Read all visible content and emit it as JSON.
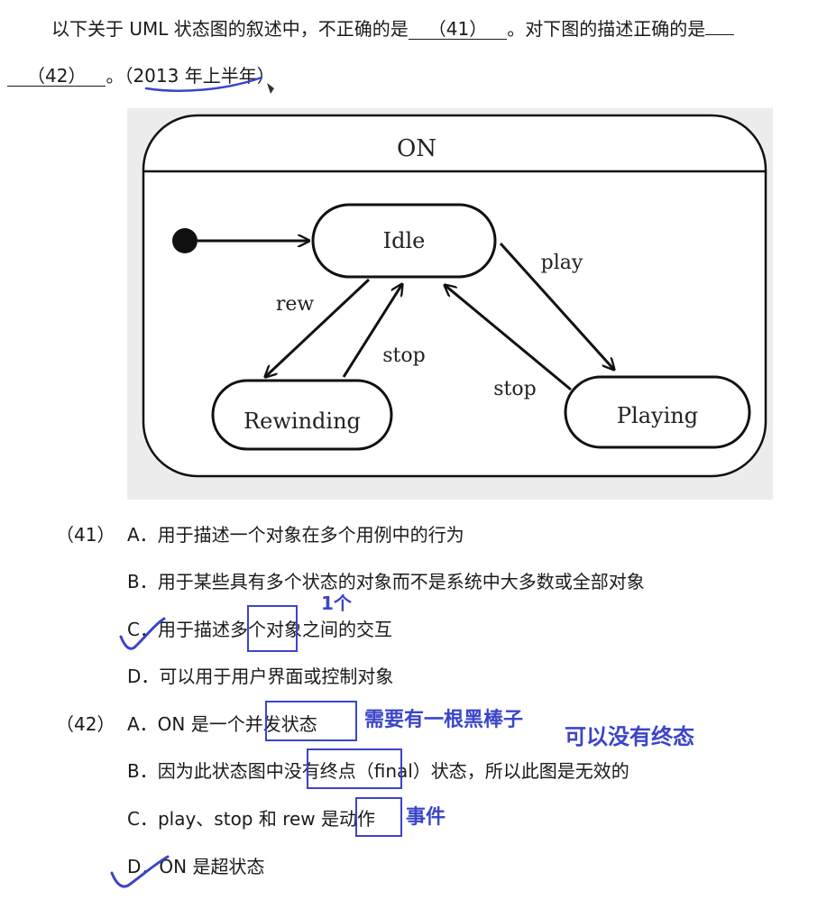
{
  "question": {
    "line1_text": "以下关于 UML 状态图的叙述中，不正确的是",
    "blank41": "（41）",
    "line1_mid": "。对下图的描述正确的是",
    "blank_tail": "",
    "blank42": "（42）",
    "line2_tail": "。（2013 年上半年）"
  },
  "diagram": {
    "superstate": "ON",
    "states": [
      "Idle",
      "Rewinding",
      "Playing"
    ],
    "transitions": [
      "rew",
      "stop",
      "play",
      "stop"
    ]
  },
  "q41": {
    "number": "（41）",
    "options": [
      "A．用于描述一个对象在多个用例中的行为",
      "B．用于某些具有多个状态的对象而不是系统中大多数或全部对象",
      "C．用于描述多个对象之间的交互",
      "D．可以用于用户界面或控制对象"
    ]
  },
  "q42": {
    "number": "（42）",
    "options": [
      "A．ON 是一个并发状态",
      "B．因为此状态图中没有终点（final）状态，所以此图是无效的",
      "C．play、stop 和 rew 是动作",
      "D．ON 是超状态"
    ]
  },
  "annotations": {
    "one": "1个",
    "needs_bar": "需要有一根黑棒子",
    "no_final": "可以没有终态",
    "event": "事件"
  }
}
